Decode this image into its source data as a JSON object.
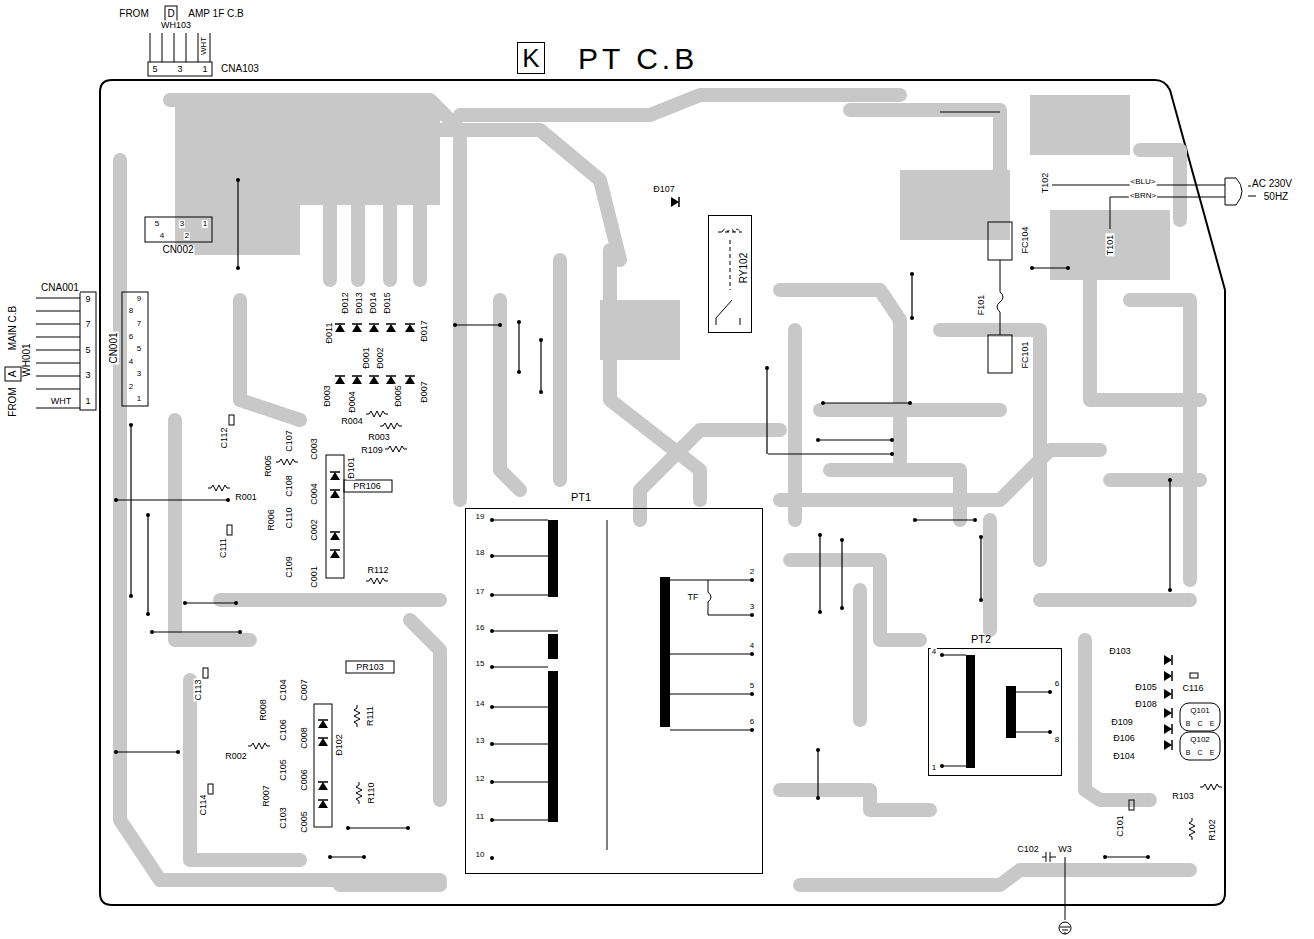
{
  "diagram": {
    "title": "PT C.B",
    "nodes": [
      {
        "text": [
          "K"
        ]
      },
      {
        "text": [
          "PT1"
        ]
      },
      {
        "text": [
          "PT2"
        ]
      },
      {
        "text": [
          "RY102"
        ]
      }
    ],
    "labels": [
      "FROM",
      "D",
      "AMP 1F C.B",
      "WH103",
      "WHT",
      "5",
      "3",
      "1",
      "CNA103",
      "CNA001",
      "9",
      "7",
      "5",
      "3",
      "1",
      "WHT",
      "FROM",
      "A",
      "MAIN C.B",
      "WH001",
      "CN002",
      "5",
      "3",
      "1",
      "4",
      "2",
      "CN001",
      "9",
      "8",
      "7",
      "6",
      "5",
      "4",
      "3",
      "2",
      "1",
      "Đ011",
      "Đ012",
      "Đ013",
      "Đ014",
      "Đ015",
      "Đ017",
      "Đ003",
      "Đ004",
      "Đ001",
      "Đ002",
      "Đ005",
      "Đ007",
      "R004",
      "R003",
      "R109",
      "R005",
      "R001",
      "C112",
      "C107",
      "C108",
      "C110",
      "C109",
      "C003",
      "C004",
      "C002",
      "C001",
      "Đ101",
      "PR106",
      "R006",
      "C111",
      "R112",
      "PR103",
      "C113",
      "R008",
      "C104",
      "C106",
      "C007",
      "C008",
      "Đ102",
      "R111",
      "R002",
      "C105",
      "C006",
      "R110",
      "C114",
      "R007",
      "C103",
      "C005",
      "19",
      "18",
      "17",
      "16",
      "15",
      "14",
      "13",
      "12",
      "11",
      "10",
      "2",
      "3",
      "4",
      "5",
      "6",
      "TF",
      "Đ107",
      "T102",
      "<BLU>",
      "<BRN>",
      "T101",
      "AC 230V",
      "50HZ",
      "FC104",
      "F101",
      "FC101",
      "4",
      "1",
      "6",
      "8",
      "Đ103",
      "Đ105",
      "Đ108",
      "Đ109",
      "Đ106",
      "Đ104",
      "C116",
      "Q101",
      "B",
      "C",
      "E",
      "Q102",
      "B",
      "C",
      "E",
      "R103",
      "C101",
      "R102",
      "C102",
      "W3"
    ]
  }
}
